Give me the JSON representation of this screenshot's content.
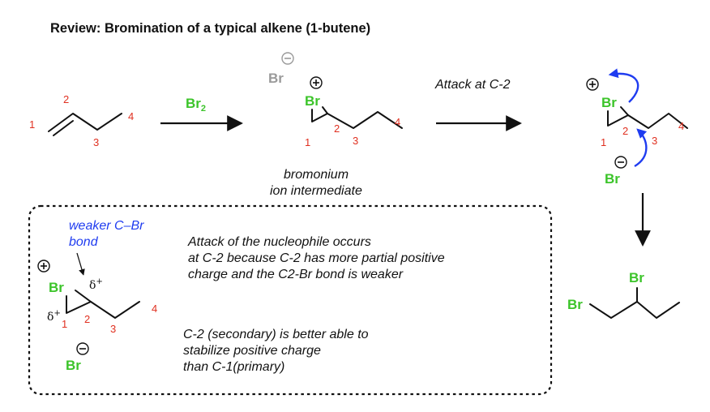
{
  "title": "Review: Bromination of a typical alkene (1-butene)",
  "reagent": {
    "text": "Br",
    "subscript": "2"
  },
  "numbers": {
    "c1": "1",
    "c2": "2",
    "c3": "3",
    "c4": "4"
  },
  "atoms": {
    "br": "Br"
  },
  "labels": {
    "attack": "Attack at C-2",
    "bromonium_1": "bromonium",
    "bromonium_2": "ion intermediate",
    "weaker_1": "weaker C–Br",
    "weaker_2": "bond",
    "delta": "δ",
    "delta_plus": "+"
  },
  "explanation": {
    "line1": "Attack of the nucleophile occurs",
    "line2": "at C-2 because C-2  has more partial positive",
    "line3": "charge and the C2-Br bond is weaker"
  },
  "stability": {
    "line1": "C-2 (secondary) is better able to",
    "line2": "stabilize positive charge",
    "line3": "than C-1(primary)"
  },
  "colors": {
    "bromine": "#3cc42a",
    "bromide_faded": "#9a9a9a",
    "numbering": "#e03020",
    "curly_arrow": "#1f3cf0",
    "annotation_blue": "#1f3cf0"
  },
  "icons": [
    "positive-charge-icon",
    "negative-charge-icon",
    "reaction-arrow-icon",
    "curly-arrow-icon"
  ]
}
